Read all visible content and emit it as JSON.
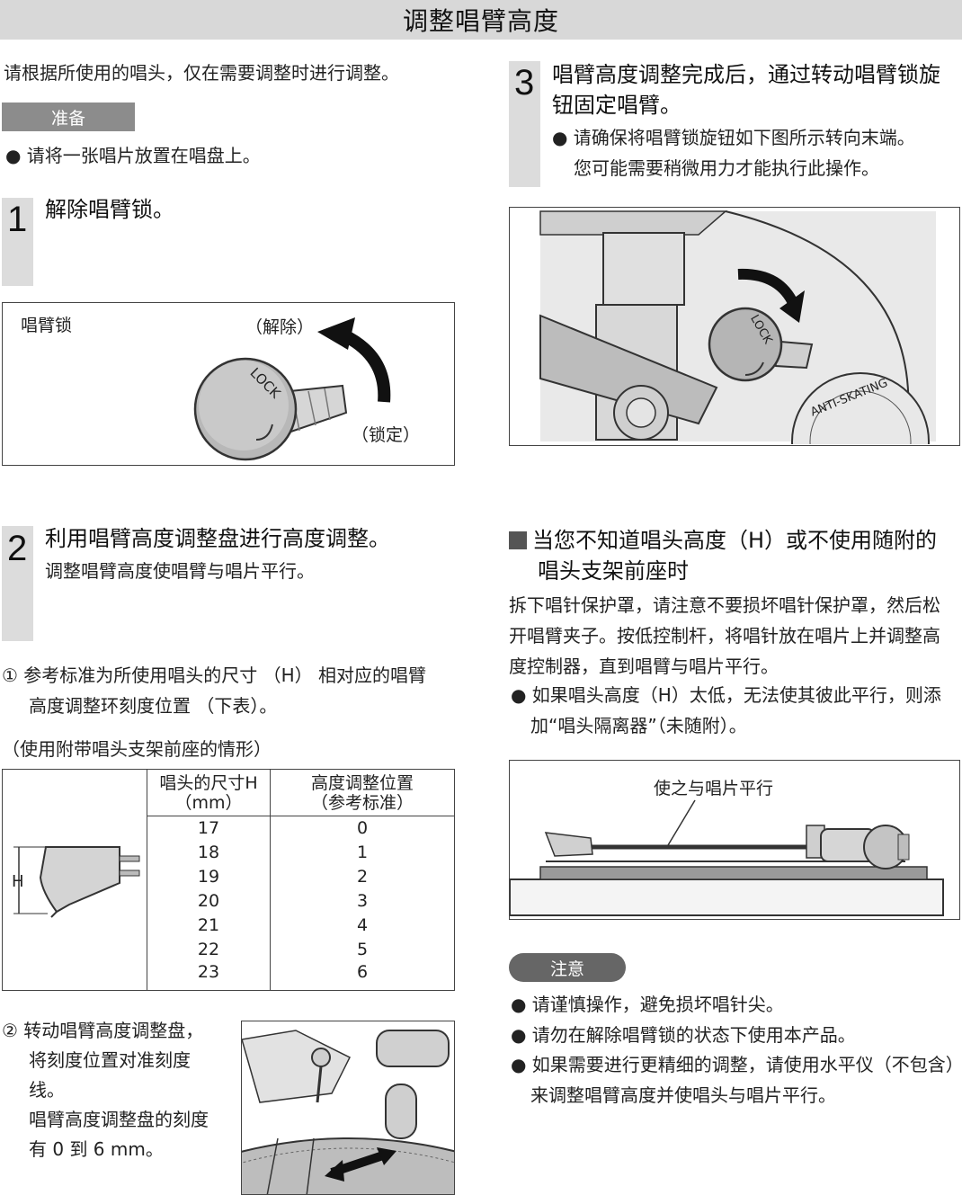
{
  "header": {
    "title": "调整唱臂高度"
  },
  "intro": "请根据所使用的唱头，仅在需要调整时进行调整。",
  "prep": {
    "label": "准备",
    "bullet": "● 请将一张唱片放置在唱盘上。"
  },
  "step1": {
    "num": "1",
    "title": "解除唱臂锁。",
    "fig": {
      "arm_lock": "唱臂锁",
      "release": "（解除）",
      "lock": "（锁定）",
      "knob": "LOCK"
    }
  },
  "step2": {
    "num": "2",
    "title": "利用唱臂高度调整盘进行高度调整。",
    "sub": "调整唱臂高度使唱臂与唱片平行。",
    "item1_line1": "① 参考标准为所使用唱头的尺寸 （H） 相对应的唱臂",
    "item1_line2": "高度调整环刻度位置 （下表）。",
    "table_caption": "（使用附带唱头支架前座的情形）",
    "table": {
      "col1_line1": "唱头的尺寸H",
      "col1_line2": "（mm）",
      "col2_line1": "高度调整位置",
      "col2_line2": "（参考标准）",
      "h_label": "H",
      "rows": [
        [
          "17",
          "0"
        ],
        [
          "18",
          "1"
        ],
        [
          "19",
          "2"
        ],
        [
          "20",
          "3"
        ],
        [
          "21",
          "4"
        ],
        [
          "22",
          "5"
        ],
        [
          "23",
          "6"
        ]
      ]
    },
    "item2": {
      "line1": "② 转动唱臂高度调整盘，",
      "line2": "将刻度位置对准刻度",
      "line3": "线。",
      "line4": "唱臂高度调整盘的刻度",
      "line5": "有 0 到 6 mm。"
    }
  },
  "step3": {
    "num": "3",
    "title_line1": "唱臂高度调整完成后，通过转动唱臂锁旋",
    "title_line2": "钮固定唱臂。",
    "bullet_line1": "● 请确保将唱臂锁旋钮如下图所示转向末端。",
    "bullet_line2": "您可能需要稍微用力才能执行此操作。",
    "fig": {
      "knob": "LOCK",
      "anti_skating": "ANTI-SKATING"
    }
  },
  "section": {
    "title_line1": "当您不知道唱头高度（H）或不使用随附的",
    "title_line2": "唱头支架前座时",
    "para_line1": "拆下唱针保护罩，请注意不要损坏唱针保护罩，然后松",
    "para_line2": "开唱臂夹子。按低控制杆，将唱针放在唱片上并调整高",
    "para_line3": "度控制器，直到唱臂与唱片平行。",
    "bullet_line1": "● 如果唱头高度（H）太低，无法使其彼此平行，则添",
    "bullet_line2": "加“唱头隔离器”（未随附）。",
    "fig_label": "使之与唱片平行"
  },
  "notes": {
    "label": "注意",
    "b1": "● 请谨慎操作，避免损坏唱针尖。",
    "b2": "● 请勿在解除唱臂锁的状态下使用本产品。",
    "b3_line1": "● 如果需要进行更精细的调整，请使用水平仪（不包含）",
    "b3_line2": "来调整唱臂高度并使唱头与唱片平行。"
  }
}
